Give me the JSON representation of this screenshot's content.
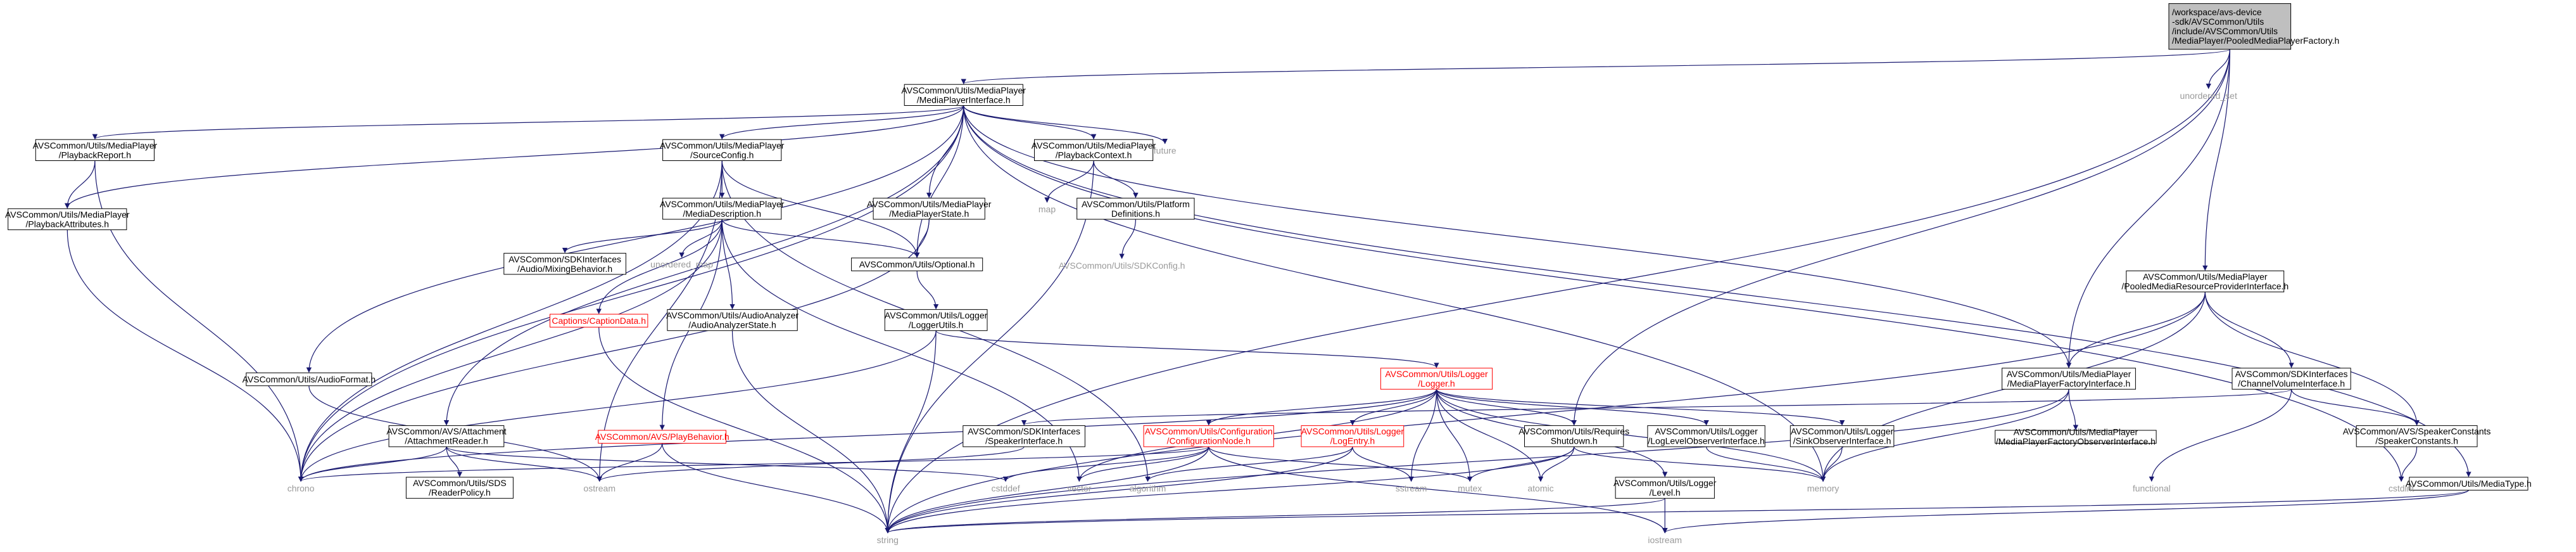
{
  "colors": {
    "edge": "#191970",
    "box_border": "#000000",
    "broken_border": "#ff0000",
    "root_fill": "#bfbfbf",
    "leaf_text": "#9a9a9a",
    "background": "#ffffff"
  },
  "nodes": {
    "root": [
      "/workspace/avs-device",
      "-sdk/AVSCommon/Utils",
      "/include/AVSCommon/Utils",
      "/MediaPlayer/PooledMediaPlayerFactory.h"
    ],
    "mpi": [
      "AVSCommon/Utils/MediaPlayer",
      "/MediaPlayerInterface.h"
    ],
    "unordered_set": [
      "unordered_set"
    ],
    "pooled_res": [
      "AVSCommon/Utils/MediaPlayer",
      "/PooledMediaResourceProviderInterface.h"
    ],
    "playback_report": [
      "AVSCommon/Utils/MediaPlayer",
      "/PlaybackReport.h"
    ],
    "playback_attrs": [
      "AVSCommon/Utils/MediaPlayer",
      "/PlaybackAttributes.h"
    ],
    "source_config": [
      "AVSCommon/Utils/MediaPlayer",
      "/SourceConfig.h"
    ],
    "playback_ctx": [
      "AVSCommon/Utils/MediaPlayer",
      "/PlaybackContext.h"
    ],
    "future": [
      "future"
    ],
    "map": [
      "map"
    ],
    "platform_defs": [
      "AVSCommon/Utils/Platform",
      "Definitions.h"
    ],
    "sdk_config": [
      "AVSCommon/Utils/SDKConfig.h"
    ],
    "media_desc": [
      "AVSCommon/Utils/MediaPlayer",
      "/MediaDescription.h"
    ],
    "media_state": [
      "AVSCommon/Utils/MediaPlayer",
      "/MediaPlayerState.h"
    ],
    "mixing": [
      "AVSCommon/SDKInterfaces",
      "/Audio/MixingBehavior.h"
    ],
    "unordered_map": [
      "unordered_map"
    ],
    "optional": [
      "AVSCommon/Utils/Optional.h"
    ],
    "caption": [
      "Captions/CaptionData.h"
    ],
    "analyzer": [
      "AVSCommon/Utils/AudioAnalyzer",
      "/AudioAnalyzerState.h"
    ],
    "logger_utils": [
      "AVSCommon/Utils/Logger",
      "/LoggerUtils.h"
    ],
    "audio_format": [
      "AVSCommon/Utils/AudioFormat.h"
    ],
    "logger": [
      "AVSCommon/Utils/Logger",
      "/Logger.h"
    ],
    "attach_reader": [
      "AVSCommon/AVS/Attachment",
      "/AttachmentReader.h"
    ],
    "play_behavior": [
      "AVSCommon/AVS/PlayBehavior.h"
    ],
    "speaker_iface": [
      "AVSCommon/SDKInterfaces",
      "/SpeakerInterface.h"
    ],
    "config_node": [
      "AVSCommon/Utils/Configuration",
      "/ConfigurationNode.h"
    ],
    "log_entry": [
      "AVSCommon/Utils/Logger",
      "/LogEntry.h"
    ],
    "requires_shutdown": [
      "AVSCommon/Utils/Requires",
      "Shutdown.h"
    ],
    "log_level_obs": [
      "AVSCommon/Utils/Logger",
      "/LogLevelObserverInterface.h"
    ],
    "sink_obs": [
      "AVSCommon/Utils/Logger",
      "/SinkObserverInterface.h"
    ],
    "factory_iface": [
      "AVSCommon/Utils/MediaPlayer",
      "/MediaPlayerFactoryInterface.h"
    ],
    "factory_obs": [
      "AVSCommon/Utils/MediaPlayer",
      "/MediaPlayerFactoryObserverInterface.h"
    ],
    "channel_vol": [
      "AVSCommon/SDKInterfaces",
      "/ChannelVolumeInterface.h"
    ],
    "speaker_consts": [
      "AVSCommon/AVS/SpeakerConstants",
      "/SpeakerConstants.h"
    ],
    "sds_reader": [
      "AVSCommon/Utils/SDS",
      "/ReaderPolicy.h"
    ],
    "level": [
      "AVSCommon/Utils/Logger",
      "/Level.h"
    ],
    "media_type": [
      "AVSCommon/Utils/MediaType.h"
    ],
    "chrono": [
      "chrono"
    ],
    "ostream": [
      "ostream"
    ],
    "cstddef": [
      "cstddef"
    ],
    "vector": [
      "vector"
    ],
    "algorithm": [
      "algorithm"
    ],
    "sstream": [
      "sstream"
    ],
    "mutex": [
      "mutex"
    ],
    "atomic": [
      "atomic"
    ],
    "memory": [
      "memory"
    ],
    "functional": [
      "functional"
    ],
    "cstdint": [
      "cstdint"
    ],
    "string": [
      "string"
    ],
    "iostream": [
      "iostream"
    ]
  }
}
